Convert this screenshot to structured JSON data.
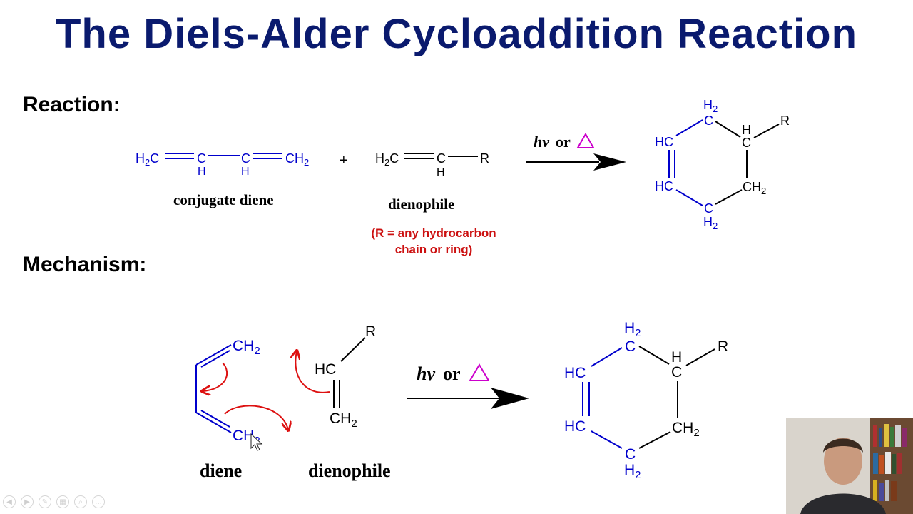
{
  "slide": {
    "title": "The Diels-Alder Cycloaddition Reaction",
    "reaction_heading": "Reaction:",
    "mechanism_heading": "Mechanism:"
  },
  "reaction": {
    "diene_label": "conjugate diene",
    "dienophile_label": "dienophile",
    "plus": "+",
    "condition_hv": "hv",
    "condition_or": "or",
    "condition_heat": "△",
    "r_note_line1": "(R = any hydrocarbon",
    "r_note_line2": "chain or ring)",
    "diene_atoms": [
      "H2C",
      "C",
      "C",
      "CH2"
    ],
    "dienophile_atoms": [
      "H2C",
      "C",
      "R"
    ],
    "product_atoms": [
      "H2",
      "C",
      "H",
      "C",
      "R",
      "HC",
      "HC",
      "CH2",
      "C",
      "H2"
    ]
  },
  "mechanism": {
    "diene_label": "diene",
    "dienophile_label": "dienophile",
    "condition_hv": "hv",
    "condition_or": "or",
    "condition_heat": "△"
  },
  "colors": {
    "title": "#0a1a6e",
    "bond_blue": "#0000cc",
    "arrow_red": "#dd1111",
    "heat_magenta": "#cc00cc",
    "note_red": "#cc1111"
  },
  "icons": [
    "cursor-arrow-icon",
    "prev-slide-icon",
    "next-slide-icon",
    "pen-icon",
    "slides-grid-icon",
    "zoom-icon",
    "more-icon"
  ]
}
